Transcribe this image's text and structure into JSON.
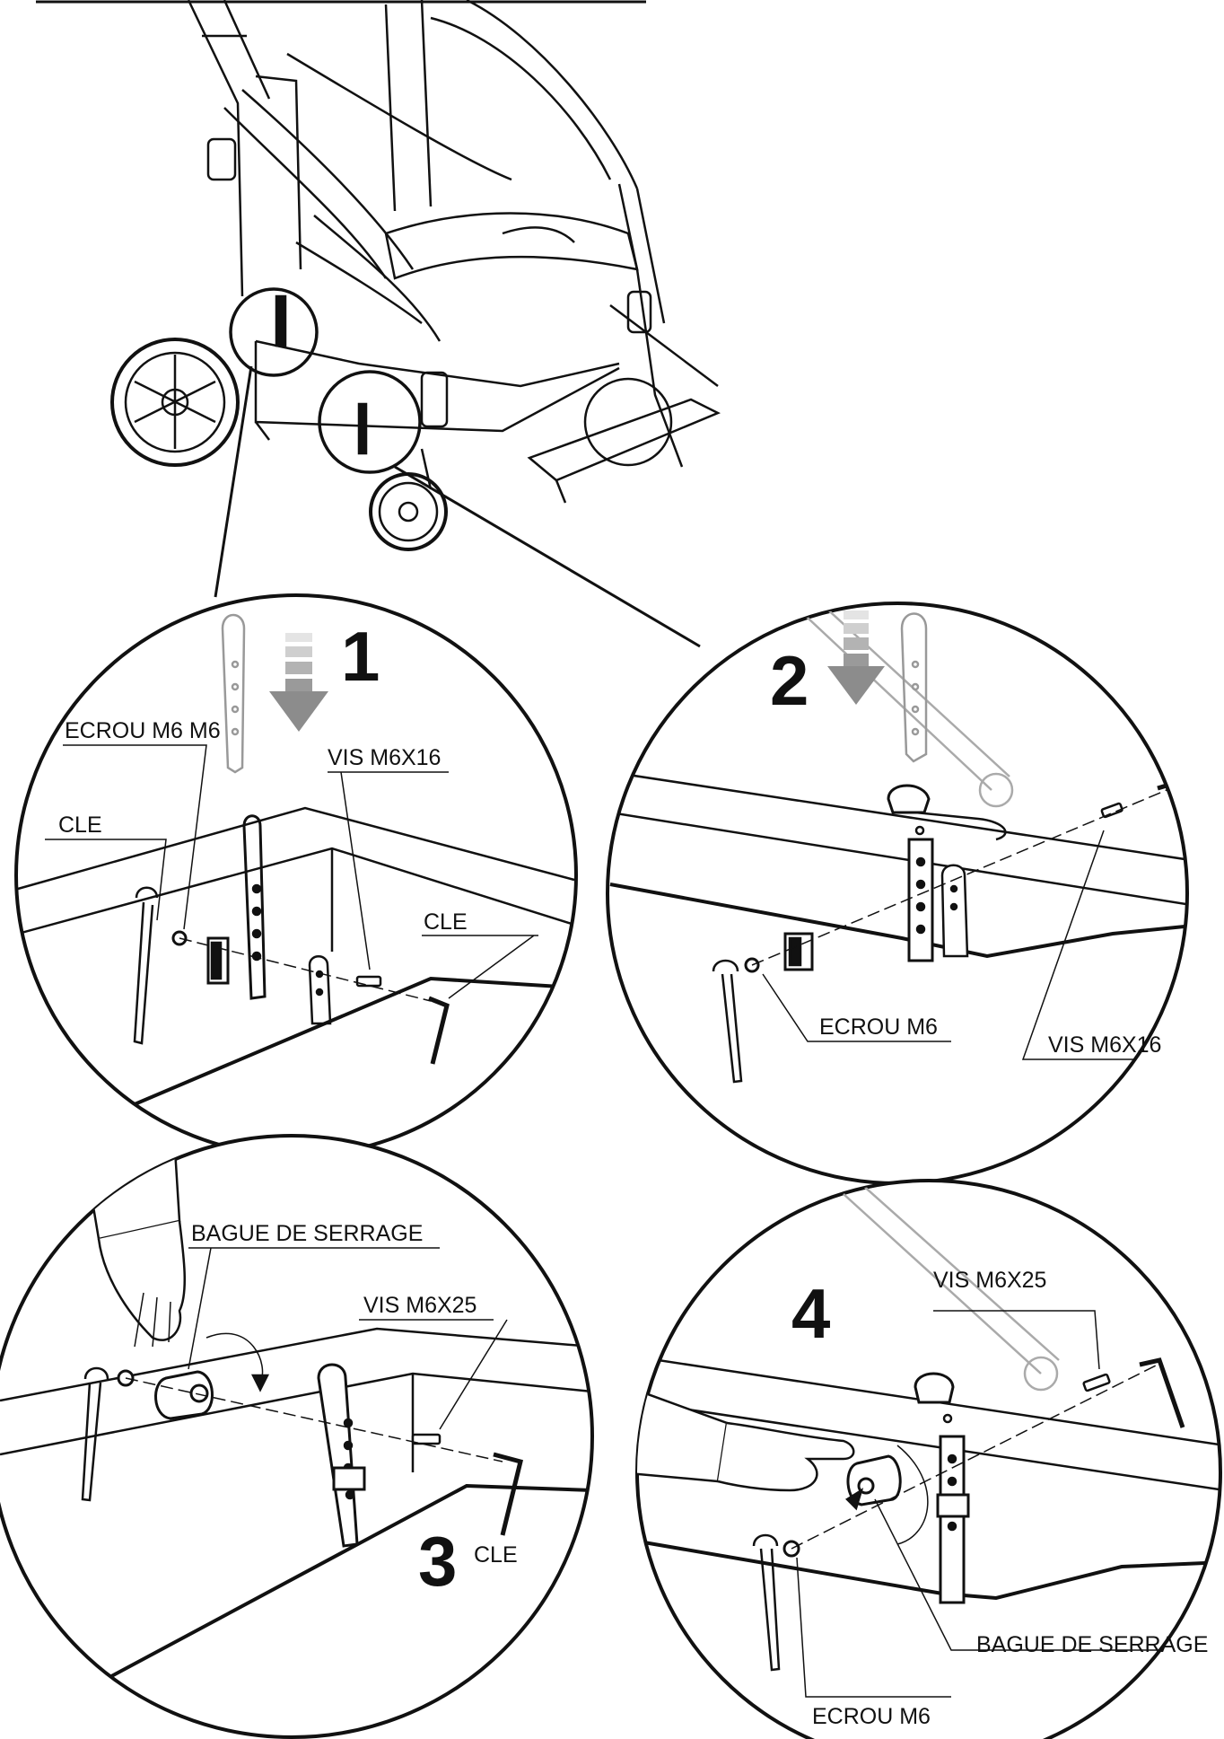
{
  "colors": {
    "ink": "#111111",
    "paper": "#ffffff",
    "arrow_dark": "#8c8c8c",
    "arrow_light": "#d6d6d6"
  },
  "steps": [
    {
      "number": "1",
      "labels": {
        "nut": "ECROU M6 M6",
        "screw": "VIS  M6X16",
        "wrench": "CLE",
        "allen_key": "CLE"
      }
    },
    {
      "number": "2",
      "labels": {
        "nut": "ECROU M6",
        "screw": "VIS M6X16"
      }
    },
    {
      "number": "3",
      "labels": {
        "ring": "BAGUE DE SERRAGE",
        "screw": "VIS  M6X25",
        "allen_key": "CLE"
      }
    },
    {
      "number": "4",
      "labels": {
        "screw": "VIS  M6X25",
        "ring": "BAGUE DE SERRAGE",
        "nut": "ECROU M6"
      }
    }
  ]
}
